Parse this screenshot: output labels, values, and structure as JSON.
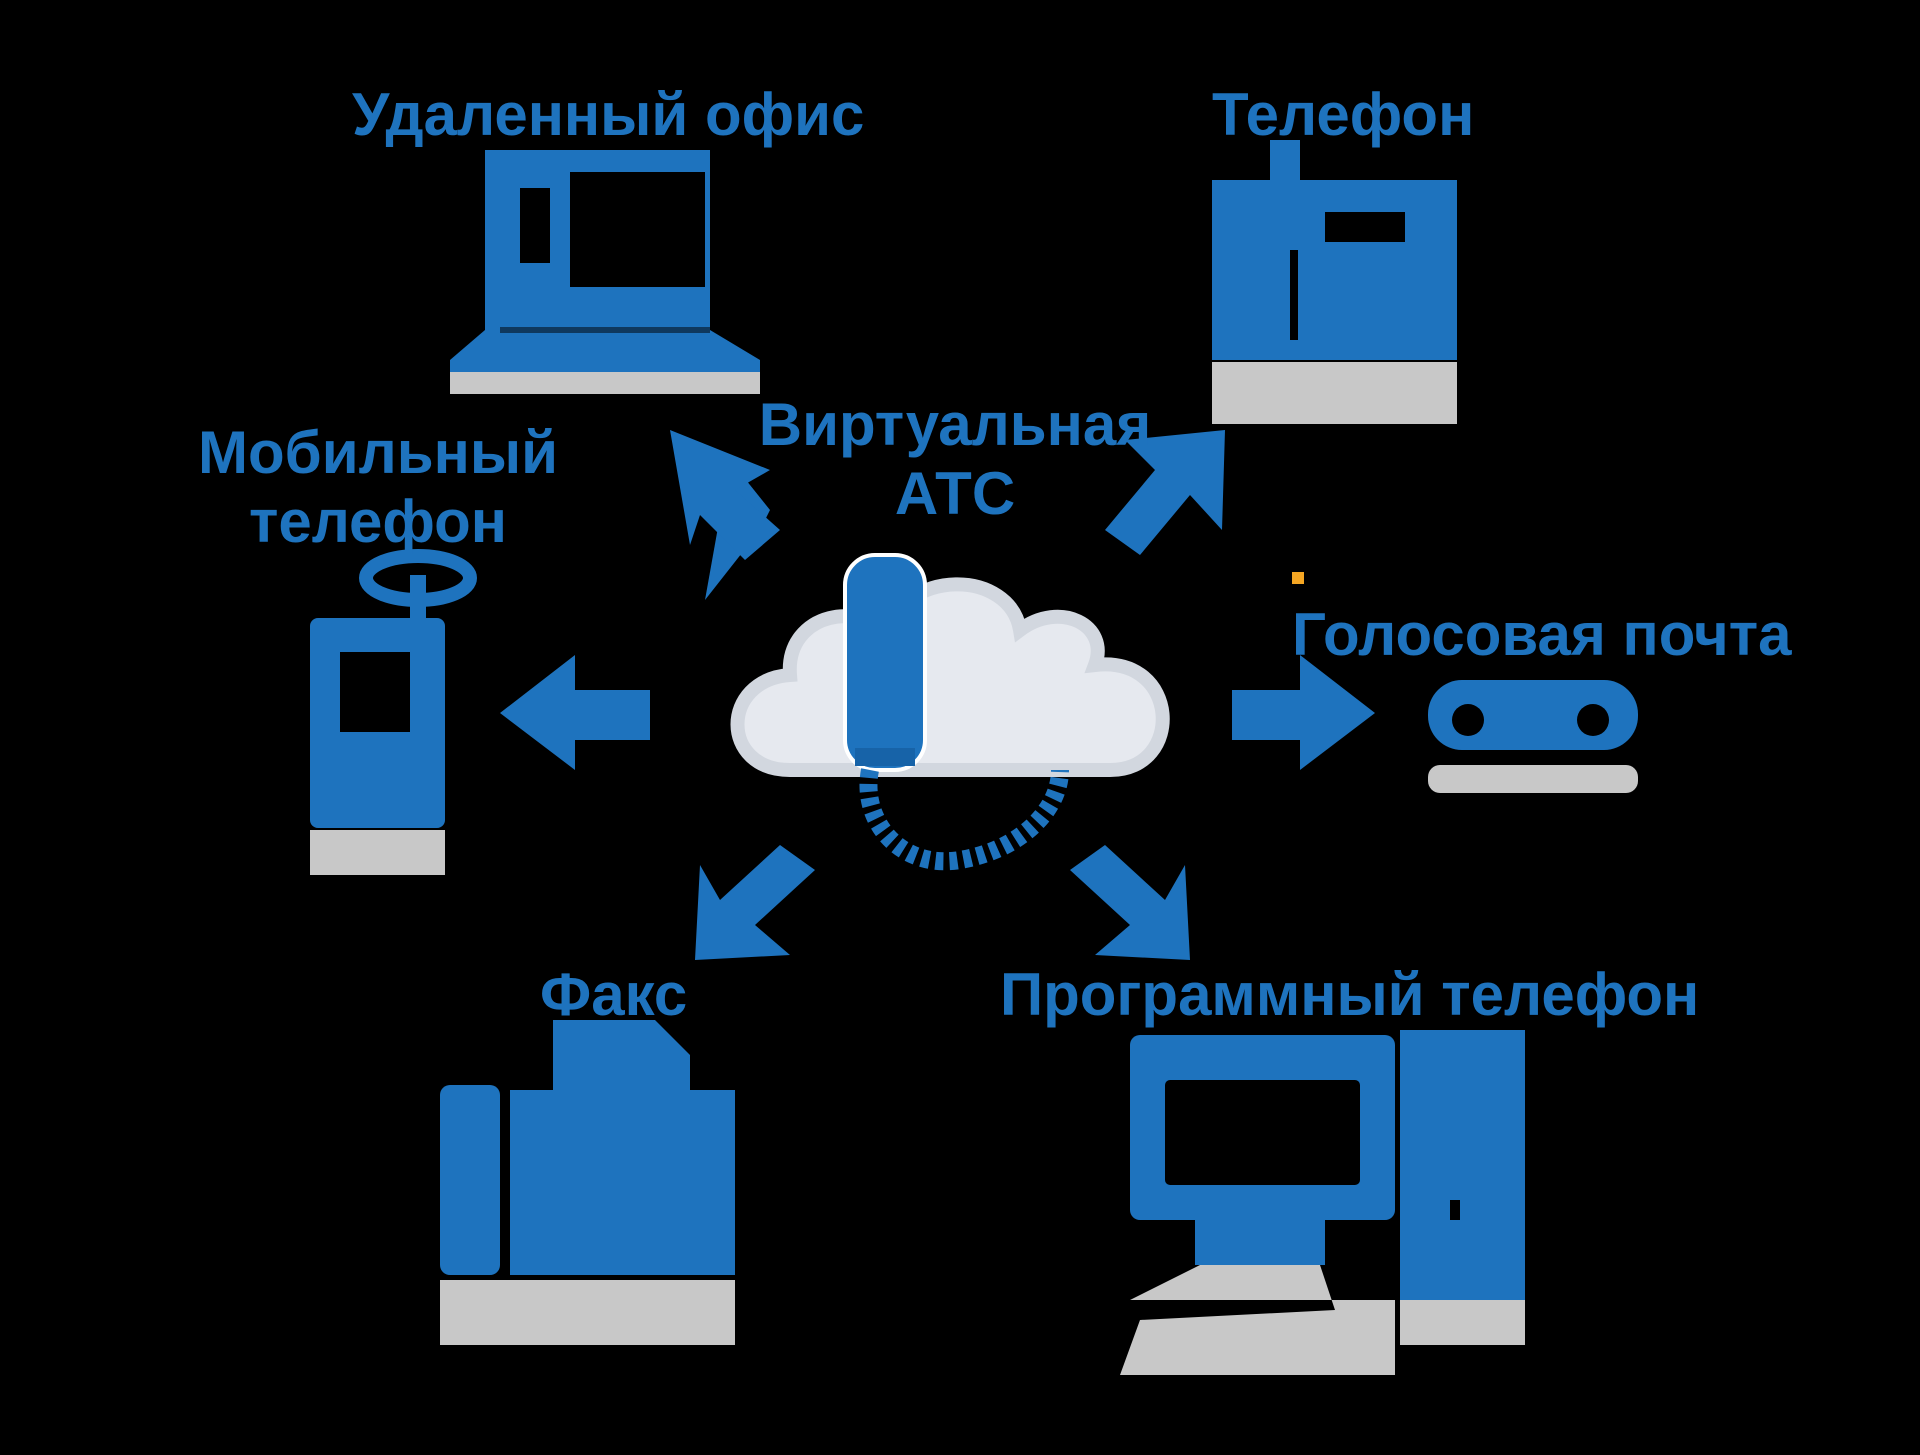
{
  "diagram": {
    "center": {
      "title_line1": "Виртуальная",
      "title_line2": "АТС",
      "icon": "cloud-phone-icon"
    },
    "nodes": [
      {
        "id": "remote-office",
        "label": "Удаленный офис",
        "icon": "laptop-icon"
      },
      {
        "id": "desk-phone",
        "label": "Телефон",
        "icon": "desk-phone-icon"
      },
      {
        "id": "mobile-phone",
        "label_line1": "Мобильный",
        "label_line2": "телефон",
        "icon": "mobile-phone-icon"
      },
      {
        "id": "voicemail",
        "label": "Голосовая почта",
        "icon": "voicemail-icon"
      },
      {
        "id": "fax",
        "label": "Факс",
        "icon": "fax-icon"
      },
      {
        "id": "softphone",
        "label": "Программный телефон",
        "icon": "computer-icon"
      }
    ],
    "colors": {
      "background": "#000000",
      "primary": "#1e73be",
      "shadow": "#c8c8c8",
      "cloud": "#e6e9ef",
      "accent": "#f5a623"
    }
  }
}
